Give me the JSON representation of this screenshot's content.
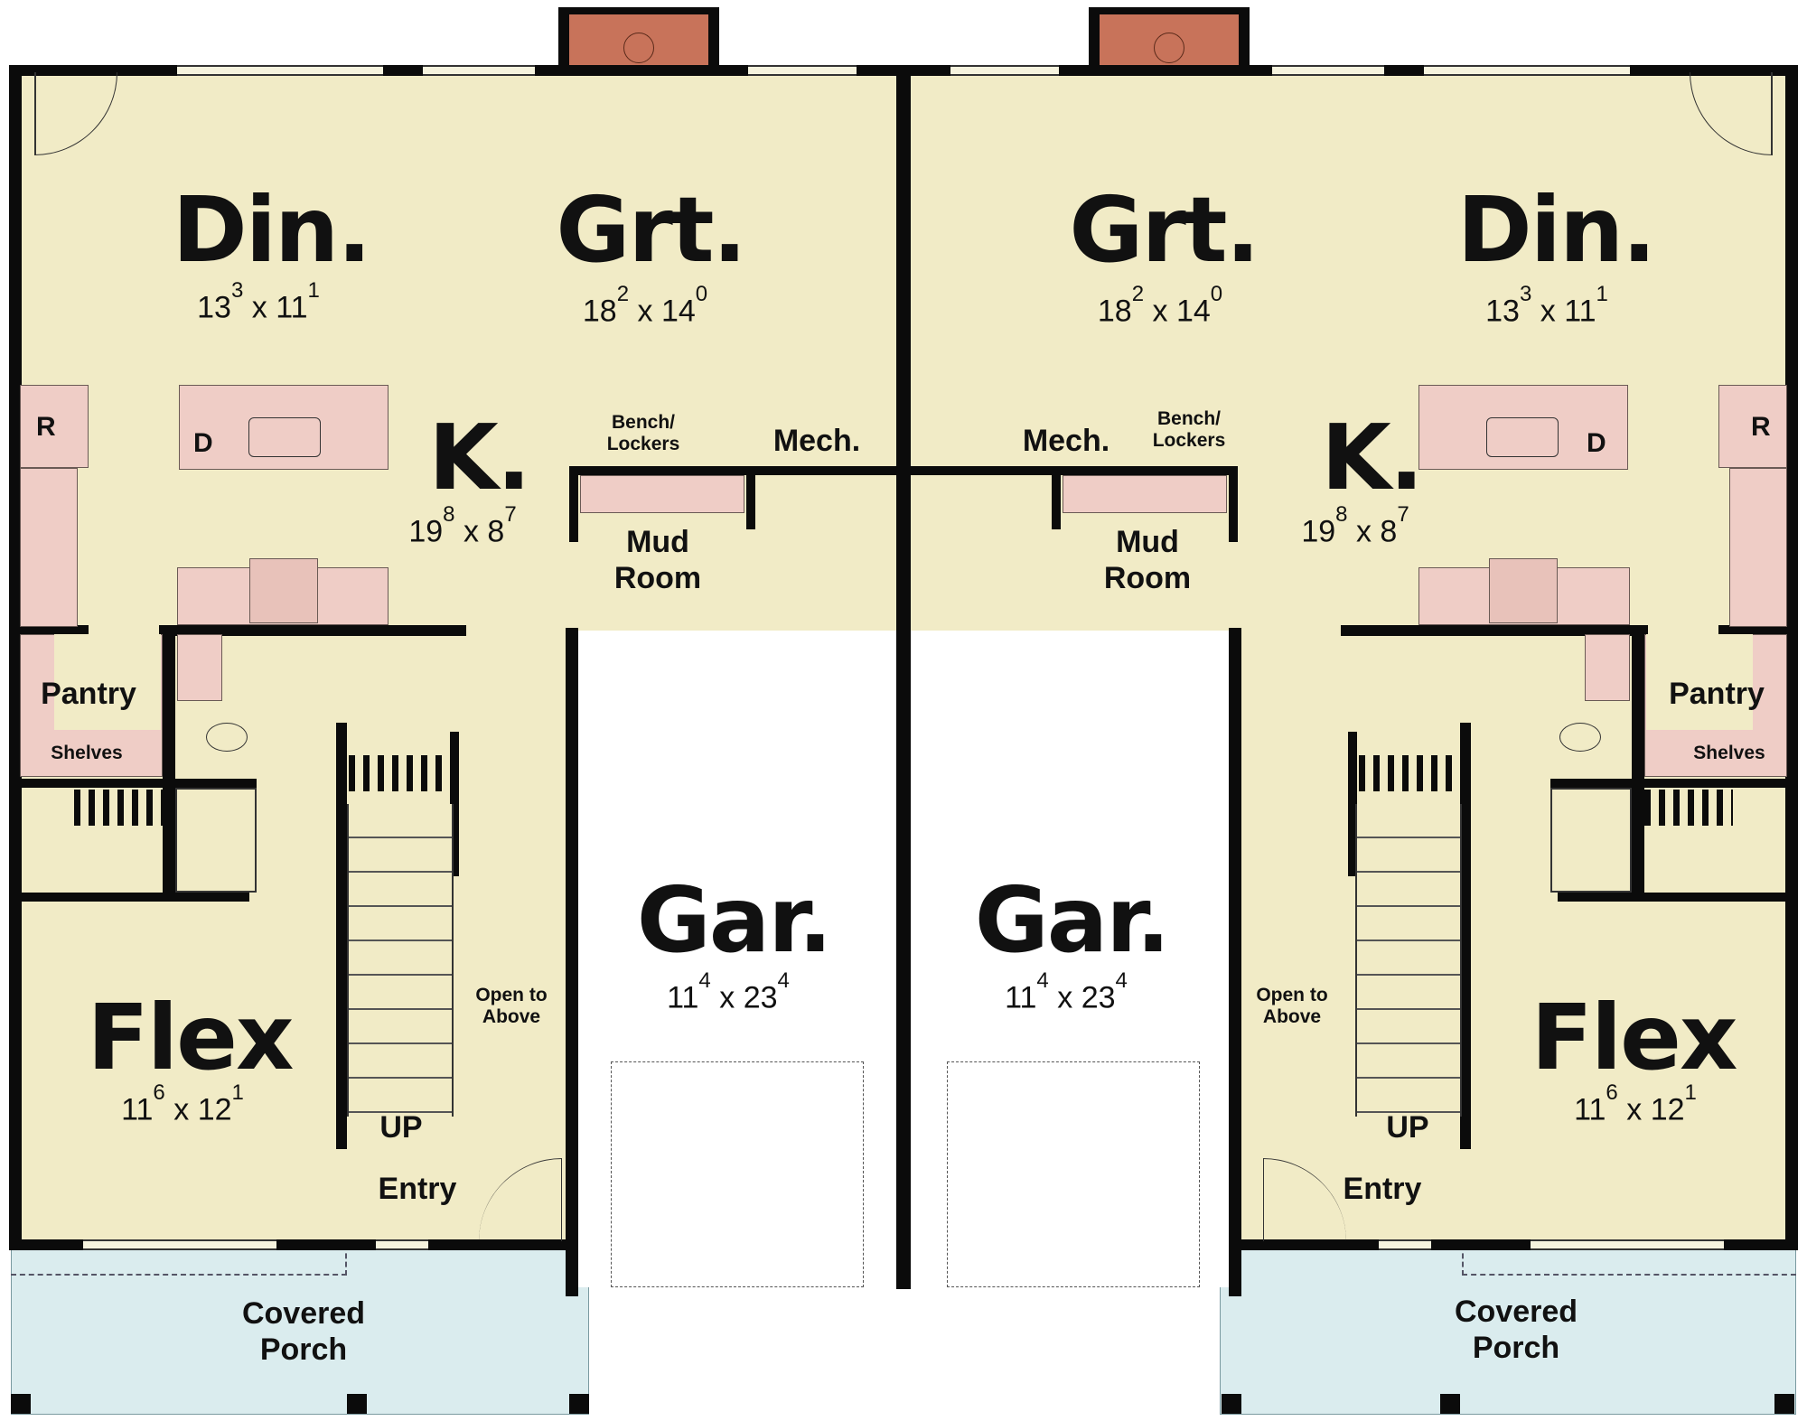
{
  "plan": {
    "type": "duplex first floor plan",
    "colors": {
      "living_floor": "#f1ebc6",
      "cabinetry": "#efcdc6",
      "porch": "#daecee",
      "garage": "#ffffff",
      "walls": "#0b0b0b",
      "fireplace": "#c8735a"
    }
  },
  "units": [
    {
      "side": "left",
      "rooms": {
        "dining": {
          "label": "Din.",
          "dim_w": "13",
          "dim_w_in": "3",
          "dim_x": "x",
          "dim_l": "11",
          "dim_l_in": "1"
        },
        "great_room": {
          "label": "Grt.",
          "dim_w": "18",
          "dim_w_in": "2",
          "dim_x": "x",
          "dim_l": "14",
          "dim_l_in": "0"
        },
        "kitchen": {
          "label": "K.",
          "dim_w": "19",
          "dim_w_in": "8",
          "dim_x": "x",
          "dim_l": "8",
          "dim_l_in": "7"
        },
        "mud_room": {
          "label_line1": "Mud",
          "label_line2": "Room"
        },
        "bench_lockers": {
          "line1": "Bench/",
          "line2": "Lockers"
        },
        "mech": {
          "label": "Mech."
        },
        "pantry": {
          "label": "Pantry",
          "shelves": "Shelves"
        },
        "flex": {
          "label": "Flex",
          "dim_w": "11",
          "dim_w_in": "6",
          "dim_x": "x",
          "dim_l": "12",
          "dim_l_in": "1"
        },
        "stairs": {
          "label": "UP"
        },
        "open_to_above": {
          "line1": "Open to",
          "line2": "Above"
        },
        "entry": {
          "label": "Entry"
        },
        "garage": {
          "label": "Gar.",
          "dim_w": "11",
          "dim_w_in": "4",
          "dim_x": "x",
          "dim_l": "23",
          "dim_l_in": "4"
        },
        "porch": {
          "line1": "Covered",
          "line2": "Porch"
        }
      },
      "appliances": {
        "refrigerator": "R",
        "dishwasher": "D"
      }
    },
    {
      "side": "right",
      "rooms": {
        "dining": {
          "label": "Din.",
          "dim_w": "13",
          "dim_w_in": "3",
          "dim_x": "x",
          "dim_l": "11",
          "dim_l_in": "1"
        },
        "great_room": {
          "label": "Grt.",
          "dim_w": "18",
          "dim_w_in": "2",
          "dim_x": "x",
          "dim_l": "14",
          "dim_l_in": "0"
        },
        "kitchen": {
          "label": "K.",
          "dim_w": "19",
          "dim_w_in": "8",
          "dim_x": "x",
          "dim_l": "8",
          "dim_l_in": "7"
        },
        "mud_room": {
          "label_line1": "Mud",
          "label_line2": "Room"
        },
        "bench_lockers": {
          "line1": "Bench/",
          "line2": "Lockers"
        },
        "mech": {
          "label": "Mech."
        },
        "pantry": {
          "label": "Pantry",
          "shelves": "Shelves"
        },
        "flex": {
          "label": "Flex",
          "dim_w": "11",
          "dim_w_in": "6",
          "dim_x": "x",
          "dim_l": "12",
          "dim_l_in": "1"
        },
        "stairs": {
          "label": "UP"
        },
        "open_to_above": {
          "line1": "Open to",
          "line2": "Above"
        },
        "entry": {
          "label": "Entry"
        },
        "garage": {
          "label": "Gar.",
          "dim_w": "11",
          "dim_w_in": "4",
          "dim_x": "x",
          "dim_l": "23",
          "dim_l_in": "4"
        },
        "porch": {
          "line1": "Covered",
          "line2": "Porch"
        }
      },
      "appliances": {
        "refrigerator": "R",
        "dishwasher": "D"
      }
    }
  ]
}
